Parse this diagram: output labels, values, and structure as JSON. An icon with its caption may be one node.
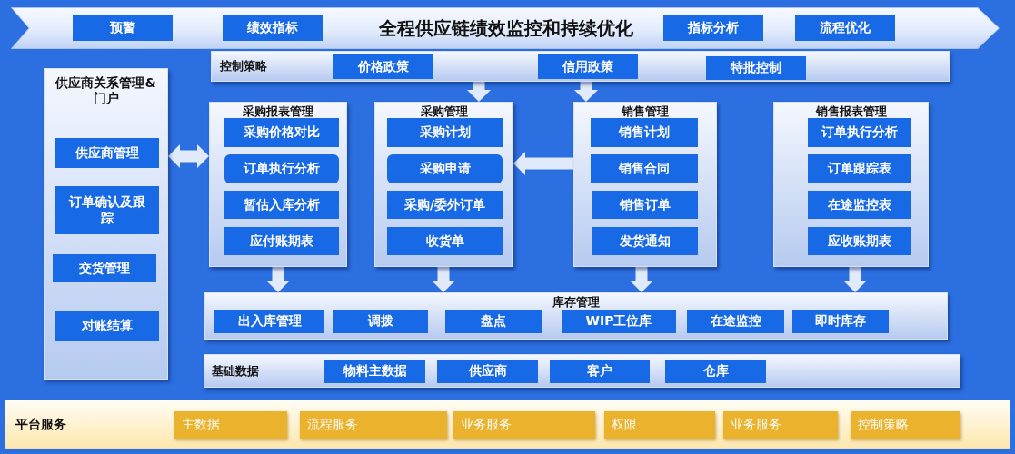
{
  "diagram": {
    "nodes": [
      {
        "text": [
          "全程供应链绩效监控和持续优化"
        ]
      },
      {
        "text": [
          "预警"
        ],
        "in": 0
      },
      {
        "text": [
          "绩效指标"
        ],
        "in": 0
      },
      {
        "text": [
          "指标分析"
        ],
        "in": 0
      },
      {
        "text": [
          "流程优化"
        ],
        "in": 0
      },
      {
        "text": [
          "供应商关系管理&门户"
        ]
      },
      {
        "text": [
          "供应商管理"
        ],
        "in": 5
      },
      {
        "text": [
          "订单确认及跟踪"
        ],
        "in": 5
      },
      {
        "text": [
          "交货管理"
        ],
        "in": 5
      },
      {
        "text": [
          "对账结算"
        ],
        "in": 5
      },
      {
        "text": [
          "控制策略"
        ]
      },
      {
        "text": [
          "价格政策"
        ],
        "in": 10
      },
      {
        "text": [
          "信用政策"
        ],
        "in": 10
      },
      {
        "text": [
          "特批控制"
        ],
        "in": 10
      },
      {
        "text": [
          "采购报表管理"
        ]
      },
      {
        "text": [
          "采购价格对比"
        ],
        "in": 14
      },
      {
        "text": [
          "订单执行分析"
        ],
        "in": 14
      },
      {
        "text": [
          "暂估入库分析"
        ],
        "in": 14
      },
      {
        "text": [
          "应付账期表"
        ],
        "in": 14
      },
      {
        "text": [
          "采购管理"
        ]
      },
      {
        "text": [
          "采购计划"
        ],
        "in": 19
      },
      {
        "text": [
          "采购申请"
        ],
        "in": 19
      },
      {
        "text": [
          "采购/委外订单"
        ],
        "in": 19
      },
      {
        "text": [
          "收货单"
        ],
        "in": 19
      },
      {
        "text": [
          "销售管理"
        ]
      },
      {
        "text": [
          "销售计划"
        ],
        "in": 24
      },
      {
        "text": [
          "销售合同"
        ],
        "in": 24
      },
      {
        "text": [
          "销售订单"
        ],
        "in": 24
      },
      {
        "text": [
          "发货通知"
        ],
        "in": 24
      },
      {
        "text": [
          "销售报表管理"
        ]
      },
      {
        "text": [
          "订单执行分析"
        ],
        "in": 29
      },
      {
        "text": [
          "订单跟踪表"
        ],
        "in": 29
      },
      {
        "text": [
          "在途监控表"
        ],
        "in": 29
      },
      {
        "text": [
          "应收账期表"
        ],
        "in": 29
      },
      {
        "text": [
          "库存管理"
        ]
      },
      {
        "text": [
          "出入库管理"
        ],
        "in": 34
      },
      {
        "text": [
          "调拨"
        ],
        "in": 34
      },
      {
        "text": [
          "盘点"
        ],
        "in": 34
      },
      {
        "text": [
          "WIP工位库"
        ],
        "in": 34
      },
      {
        "text": [
          "在途监控"
        ],
        "in": 34
      },
      {
        "text": [
          "即时库存"
        ],
        "in": 34
      },
      {
        "text": [
          "基础数据"
        ]
      },
      {
        "text": [
          "物料主数据"
        ],
        "in": 41
      },
      {
        "text": [
          "供应商"
        ],
        "in": 41
      },
      {
        "text": [
          "客户"
        ],
        "in": 41
      },
      {
        "text": [
          "仓库"
        ],
        "in": 41
      },
      {
        "text": [
          "平台服务"
        ]
      },
      {
        "text": [
          "主数据"
        ],
        "in": 46
      },
      {
        "text": [
          "流程服务"
        ],
        "in": 46
      },
      {
        "text": [
          "业务服务"
        ],
        "in": 46
      },
      {
        "text": [
          "权限"
        ],
        "in": 46
      },
      {
        "text": [
          "业务服务"
        ],
        "in": 46
      },
      {
        "text": [
          "控制策略"
        ],
        "in": 46
      }
    ],
    "edges": [
      {
        "from": 5,
        "to": 14,
        "arrow": "both"
      },
      {
        "from": 10,
        "to": 19,
        "arrow": "to"
      },
      {
        "from": 10,
        "to": 24,
        "arrow": "to"
      },
      {
        "from": 24,
        "to": 19,
        "arrow": "to"
      },
      {
        "from": 14,
        "to": 34,
        "arrow": "to"
      },
      {
        "from": 19,
        "to": 34,
        "arrow": "to"
      },
      {
        "from": 24,
        "to": 34,
        "arrow": "to"
      },
      {
        "from": 29,
        "to": 34,
        "arrow": "to"
      }
    ]
  }
}
